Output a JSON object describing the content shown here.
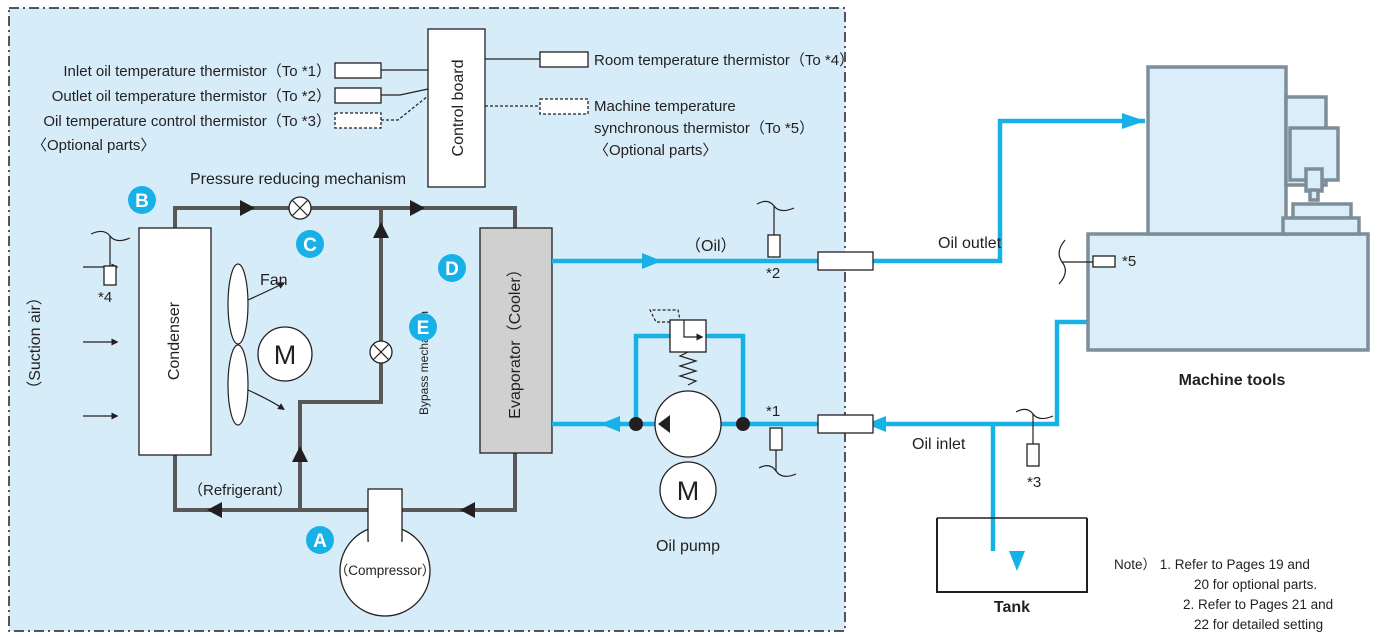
{
  "badges": {
    "a": "A",
    "b": "B",
    "c": "C",
    "d": "D",
    "e": "E"
  },
  "colors": {
    "unit_background": "#d6edf9",
    "oil_line": "#17b1e7",
    "refrigerant_line": "#595757",
    "badge": "#17b1e7",
    "evaporator": "#d0d0d0",
    "machine_tool": "#daeef9"
  },
  "labels": {
    "inlet_thermistor": "Inlet oil temperature thermistor（To *1）",
    "outlet_thermistor": "Outlet oil temperature thermistor（To *2）",
    "oil_control_thermistor": "Oil temperature control thermistor（To *3）",
    "optional_parts_left": "〈Optional parts〉",
    "control_board": "Control board",
    "room_thermistor": "Room temperature thermistor（To *4）",
    "machine_thermistor_line1": "Machine temperature",
    "machine_thermistor_line2": "synchronous thermistor（To *5）",
    "optional_parts_right": "〈Optional parts〉",
    "pressure_reducing": "Pressure reducing mechanism",
    "suction_air": "（Suction air）",
    "condenser": "Condenser",
    "fan": "Fan",
    "motor_fan": "M",
    "bypass": "Bypass mechanism",
    "evaporator": "Evaporator（Cooler）",
    "oil": "（Oil）",
    "refrigerant": "（Refrigerant）",
    "compressor": "（Compressor）",
    "motor_pump": "M",
    "oil_pump": "Oil pump",
    "oil_outlet": "Oil outlet",
    "oil_inlet": "Oil inlet",
    "machine_tools": "Machine tools",
    "tank": "Tank",
    "mark_1": "*1",
    "mark_2": "*2",
    "mark_3": "*3",
    "mark_4": "*4",
    "mark_5": "*5"
  },
  "note": {
    "line1": "Note） 1. Refer to Pages 19 and",
    "line2": "20 for optional parts.",
    "line3": "2. Refer to Pages 21 and",
    "line4": "22 for detailed setting"
  }
}
